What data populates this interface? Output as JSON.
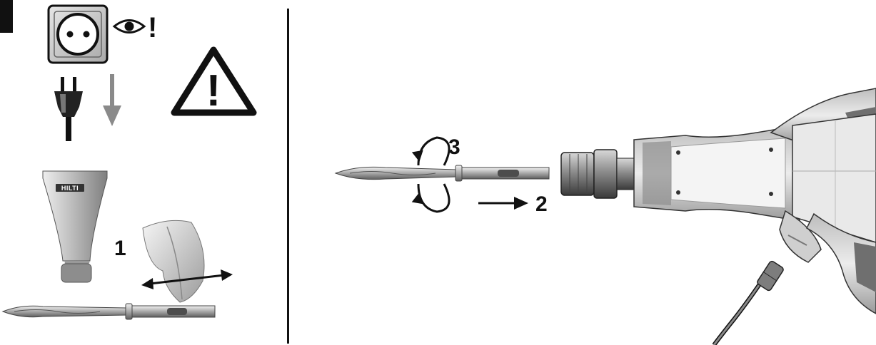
{
  "steps": {
    "step1": "1",
    "step2": "2",
    "step3": "3"
  },
  "tube_brand": "HILTI",
  "warning_mark": "!",
  "look_mark": "!",
  "colors": {
    "ink": "#111111",
    "gray_arrow": "#8a8a8a",
    "socket_gray": "#c8c8c8",
    "tool_light": "#d9d9d9",
    "tool_dark": "#7a7a7a"
  },
  "icons": [
    "power-socket-icon",
    "eye-icon",
    "plug-icon",
    "unplug-arrow-icon",
    "warning-triangle-icon",
    "grease-tube-icon",
    "chisel-icon",
    "breaker-tool-icon",
    "rotate-arrows-icon",
    "insert-arrow-icon"
  ]
}
